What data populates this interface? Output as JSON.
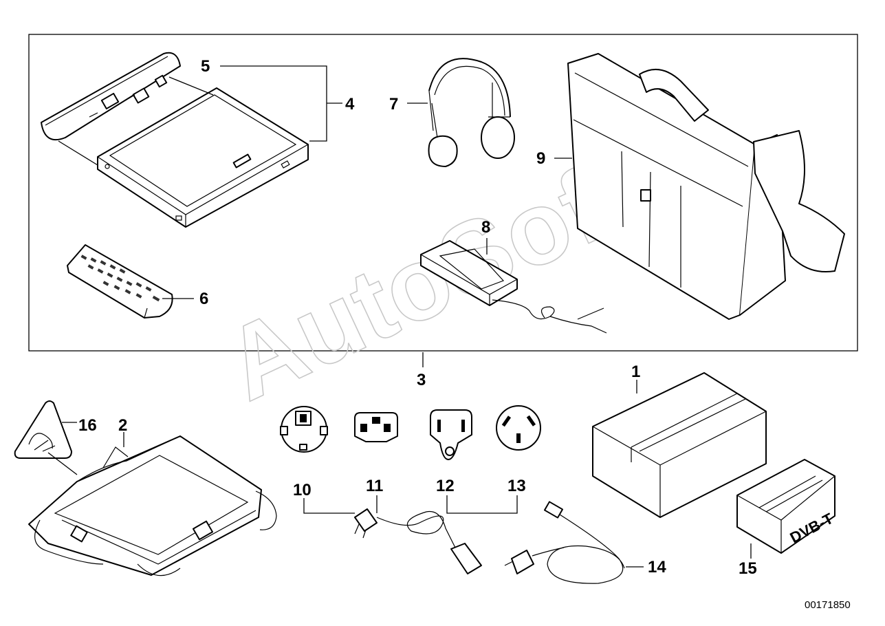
{
  "watermark": "AutoSoft",
  "drawing_code": "00171850",
  "callouts": {
    "c1": "1",
    "c2": "2",
    "c3": "3",
    "c4": "4",
    "c5": "5",
    "c6": "6",
    "c7": "7",
    "c8": "8",
    "c9": "9",
    "c10": "10",
    "c11": "11",
    "c12": "12",
    "c13": "13",
    "c14": "14",
    "c15": "15",
    "c16": "16"
  },
  "dvb_box_label": "DVB-T"
}
